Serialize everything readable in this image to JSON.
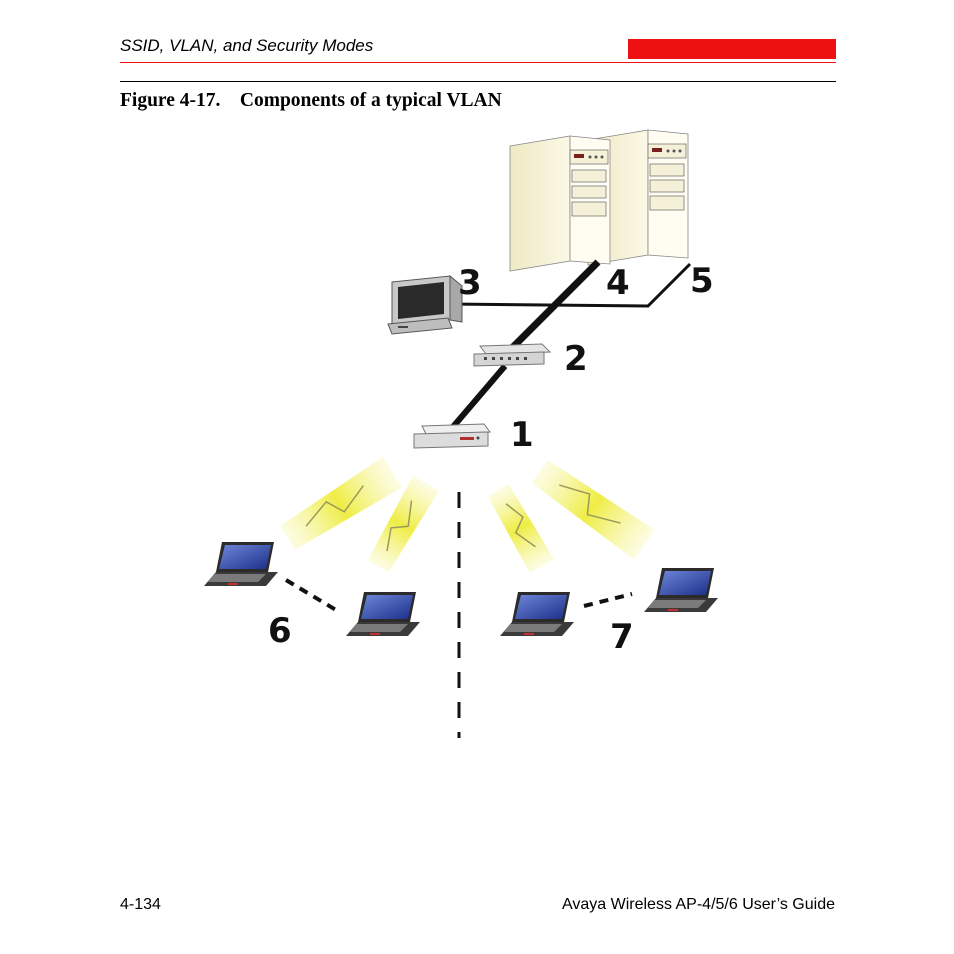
{
  "header": {
    "section_title": "SSID, VLAN, and Security Modes",
    "accent_color": "#ee1111"
  },
  "figure": {
    "caption": "Figure 4-17.    Components of a typical VLAN",
    "callouts": [
      "1",
      "2",
      "3",
      "4",
      "5",
      "6",
      "7"
    ],
    "device_icons": [
      "server-tower-icon",
      "server-tower-icon",
      "desktop-computer-icon",
      "network-switch-icon",
      "access-point-icon",
      "laptop-icon",
      "laptop-icon",
      "laptop-icon",
      "laptop-icon"
    ]
  },
  "footer": {
    "page_number": "4-134",
    "guide_title": "Avaya Wireless AP-4/5/6 User’s Guide"
  }
}
